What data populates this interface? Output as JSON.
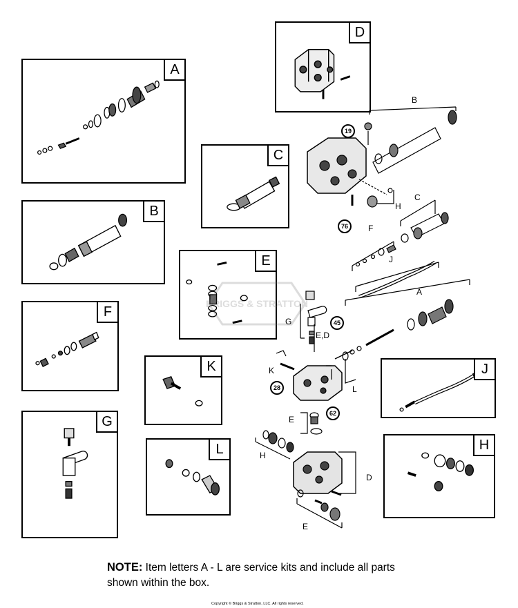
{
  "kits": [
    {
      "id": "A",
      "label": "A"
    },
    {
      "id": "B",
      "label": "B"
    },
    {
      "id": "C",
      "label": "C"
    },
    {
      "id": "D",
      "label": "D"
    },
    {
      "id": "E",
      "label": "E"
    },
    {
      "id": "F",
      "label": "F"
    },
    {
      "id": "G",
      "label": "G"
    },
    {
      "id": "H",
      "label": "H"
    },
    {
      "id": "J",
      "label": "J"
    },
    {
      "id": "K",
      "label": "K"
    },
    {
      "id": "L",
      "label": "L"
    }
  ],
  "diagram_labels": {
    "B": "B",
    "C": "C",
    "F": "F",
    "J": "J",
    "A": "A",
    "G": "G",
    "ED": "E,D",
    "K": "K",
    "L": "L",
    "E_upper": "E",
    "H_left": "H",
    "D_right": "D",
    "E_lower": "E",
    "H_upper": "H"
  },
  "callouts": [
    "19",
    "76",
    "45",
    "28",
    "62"
  ],
  "watermark_text": "BRIGGS & STRATTON",
  "note": {
    "heading": "NOTE:",
    "body": " Item letters A - L are service kits and include all parts shown within the box."
  },
  "copyright": "Copyright © Briggs & Stratton, LLC. All rights reserved."
}
